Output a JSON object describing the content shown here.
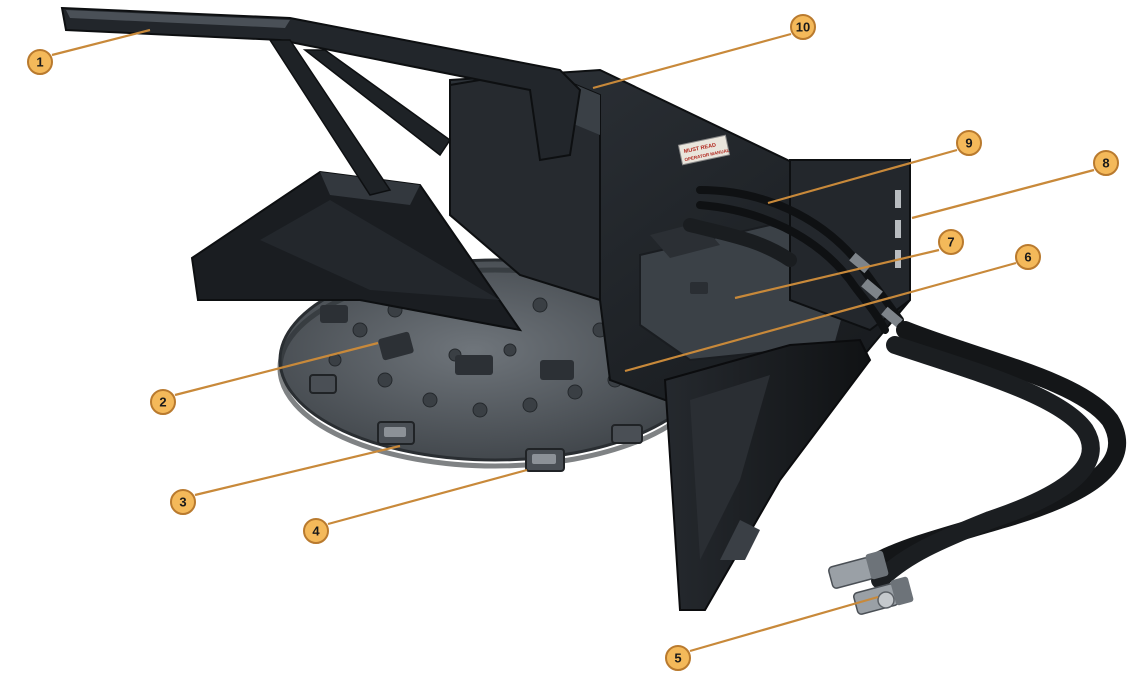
{
  "figure": {
    "subject": "skid-steer-brush-cutter-attachment",
    "colors": {
      "callout_line": "#c8893a",
      "callout_circle_fill": "#f4b95a",
      "callout_circle_stroke": "#b97a2e",
      "callout_text": "#1a1a1a",
      "body_paint": "#1d2126",
      "body_highlight": "#3a4046",
      "blade_steel": "#5b6066",
      "hose": "#111111",
      "coupler": "#8d939a"
    }
  },
  "callouts": [
    {
      "id": "1",
      "label": "1"
    },
    {
      "id": "2",
      "label": "2"
    },
    {
      "id": "3",
      "label": "3"
    },
    {
      "id": "4",
      "label": "4"
    },
    {
      "id": "5",
      "label": "5"
    },
    {
      "id": "6",
      "label": "6"
    },
    {
      "id": "7",
      "label": "7"
    },
    {
      "id": "8",
      "label": "8"
    },
    {
      "id": "9",
      "label": "9"
    },
    {
      "id": "10",
      "label": "10"
    }
  ],
  "decal": {
    "line1": "MUST READ",
    "line2": "OPERATOR MANUAL"
  }
}
